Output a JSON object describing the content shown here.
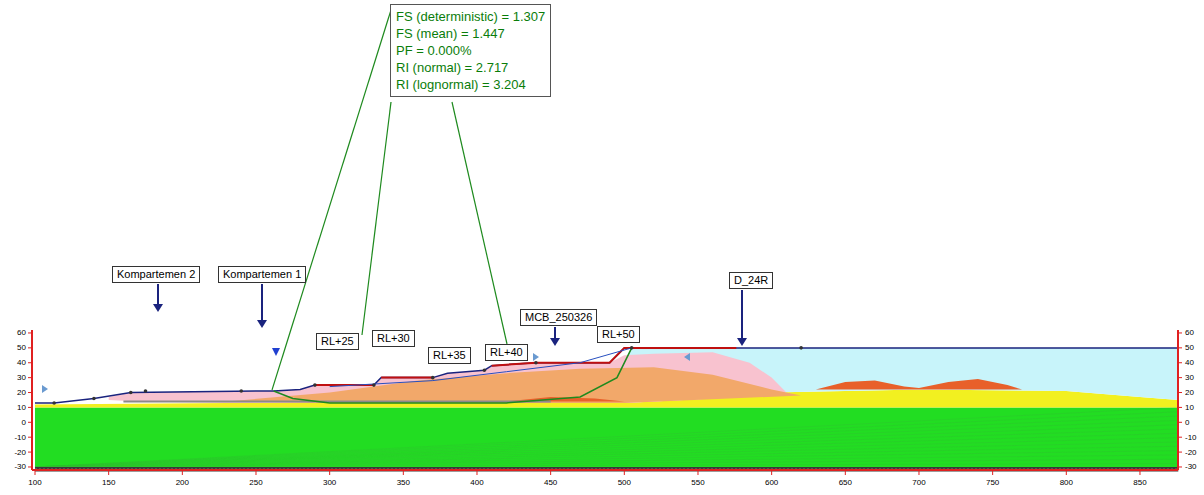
{
  "diagram": {
    "nodes": [
      {
        "text": [
          "FS (deterministic) = 1.307",
          "FS (mean) = 1.447",
          "PF = 0.000%",
          "RI (normal) = 2.717",
          "RI (lognormal) = 3.204"
        ]
      },
      {
        "text": [
          "Kompartemen 2"
        ]
      },
      {
        "text": [
          "Kompartemen 1"
        ]
      },
      {
        "text": [
          "RL+25"
        ]
      },
      {
        "text": [
          "RL+30"
        ]
      },
      {
        "text": [
          "RL+35"
        ]
      },
      {
        "text": [
          "RL+40"
        ]
      },
      {
        "text": [
          "MCB_250326"
        ]
      },
      {
        "text": [
          "RL+50"
        ]
      },
      {
        "text": [
          "D_24R"
        ]
      }
    ],
    "labels": [
      "60",
      "50",
      "40",
      "30",
      "20",
      "10",
      "0",
      "-10",
      "-20",
      "-30",
      "60",
      "50",
      "40",
      "30",
      "20",
      "10",
      "0",
      "-10",
      "-20",
      "-30",
      "100",
      "150",
      "200",
      "250",
      "300",
      "350",
      "400",
      "450",
      "500",
      "550",
      "600",
      "650",
      "700",
      "750",
      "800",
      "850"
    ]
  }
}
